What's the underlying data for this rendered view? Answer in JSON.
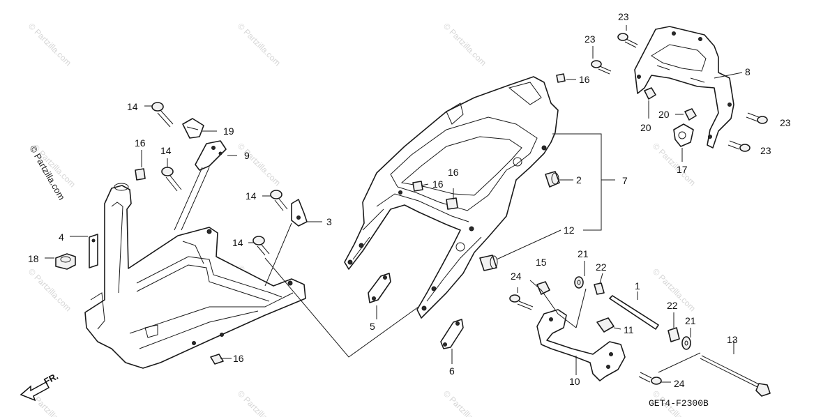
{
  "diagram": {
    "code": "GET4-F2300B",
    "direction_label": "FR.",
    "watermark": "© Partzilla.com",
    "callouts": [
      {
        "id": "c1",
        "label": "1"
      },
      {
        "id": "c2",
        "label": "2"
      },
      {
        "id": "c3",
        "label": "3"
      },
      {
        "id": "c4",
        "label": "4"
      },
      {
        "id": "c5",
        "label": "5"
      },
      {
        "id": "c6",
        "label": "6"
      },
      {
        "id": "c7",
        "label": "7"
      },
      {
        "id": "c8",
        "label": "8"
      },
      {
        "id": "c9",
        "label": "9"
      },
      {
        "id": "c10",
        "label": "10"
      },
      {
        "id": "c11",
        "label": "11"
      },
      {
        "id": "c12",
        "label": "12"
      },
      {
        "id": "c13",
        "label": "13"
      },
      {
        "id": "c14a",
        "label": "14"
      },
      {
        "id": "c14b",
        "label": "14"
      },
      {
        "id": "c14c",
        "label": "14"
      },
      {
        "id": "c14d",
        "label": "14"
      },
      {
        "id": "c15",
        "label": "15"
      },
      {
        "id": "c16a",
        "label": "16"
      },
      {
        "id": "c16b",
        "label": "16"
      },
      {
        "id": "c16c",
        "label": "16"
      },
      {
        "id": "c16d",
        "label": "16"
      },
      {
        "id": "c16e",
        "label": "16"
      },
      {
        "id": "c17",
        "label": "17"
      },
      {
        "id": "c18",
        "label": "18"
      },
      {
        "id": "c19",
        "label": "19"
      },
      {
        "id": "c20a",
        "label": "20"
      },
      {
        "id": "c20b",
        "label": "20"
      },
      {
        "id": "c21a",
        "label": "21"
      },
      {
        "id": "c21b",
        "label": "21"
      },
      {
        "id": "c22a",
        "label": "22"
      },
      {
        "id": "c22b",
        "label": "22"
      },
      {
        "id": "c23a",
        "label": "23"
      },
      {
        "id": "c23b",
        "label": "23"
      },
      {
        "id": "c23c",
        "label": "23"
      },
      {
        "id": "c23d",
        "label": "23"
      },
      {
        "id": "c24a",
        "label": "24"
      },
      {
        "id": "c24b",
        "label": "24"
      }
    ]
  }
}
